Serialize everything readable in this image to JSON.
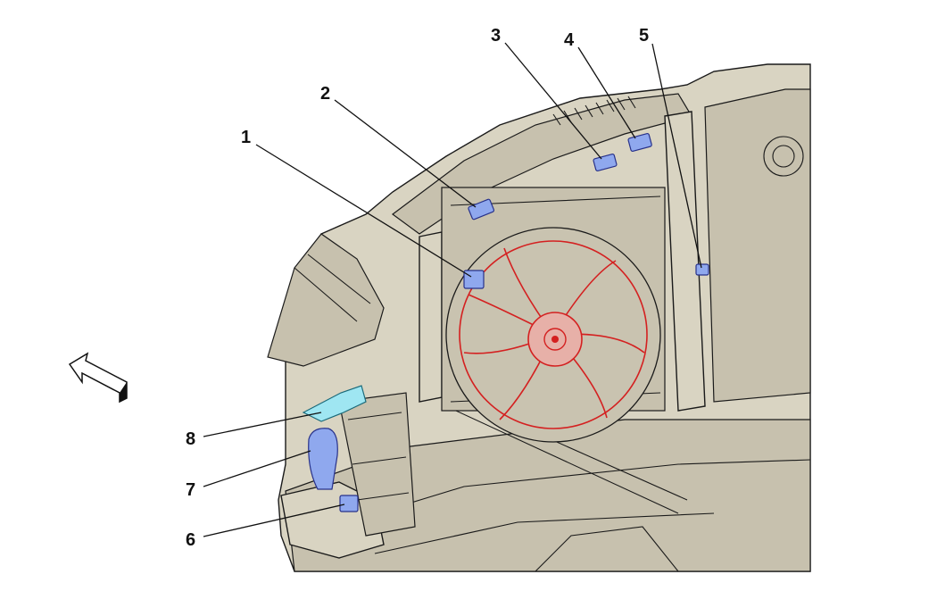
{
  "diagram": {
    "callouts": [
      {
        "label": "1"
      },
      {
        "label": "2"
      },
      {
        "label": "3"
      },
      {
        "label": "4"
      },
      {
        "label": "5"
      },
      {
        "label": "6"
      },
      {
        "label": "7"
      },
      {
        "label": "8"
      }
    ],
    "colors": {
      "body": "#d9d4c2",
      "highlight_part": "#8fa8ee",
      "bracket_part": "#9fe6f2",
      "fan": "#d42020",
      "outline": "#1a1a1a"
    },
    "icons": [
      "direction-arrow-icon"
    ]
  }
}
